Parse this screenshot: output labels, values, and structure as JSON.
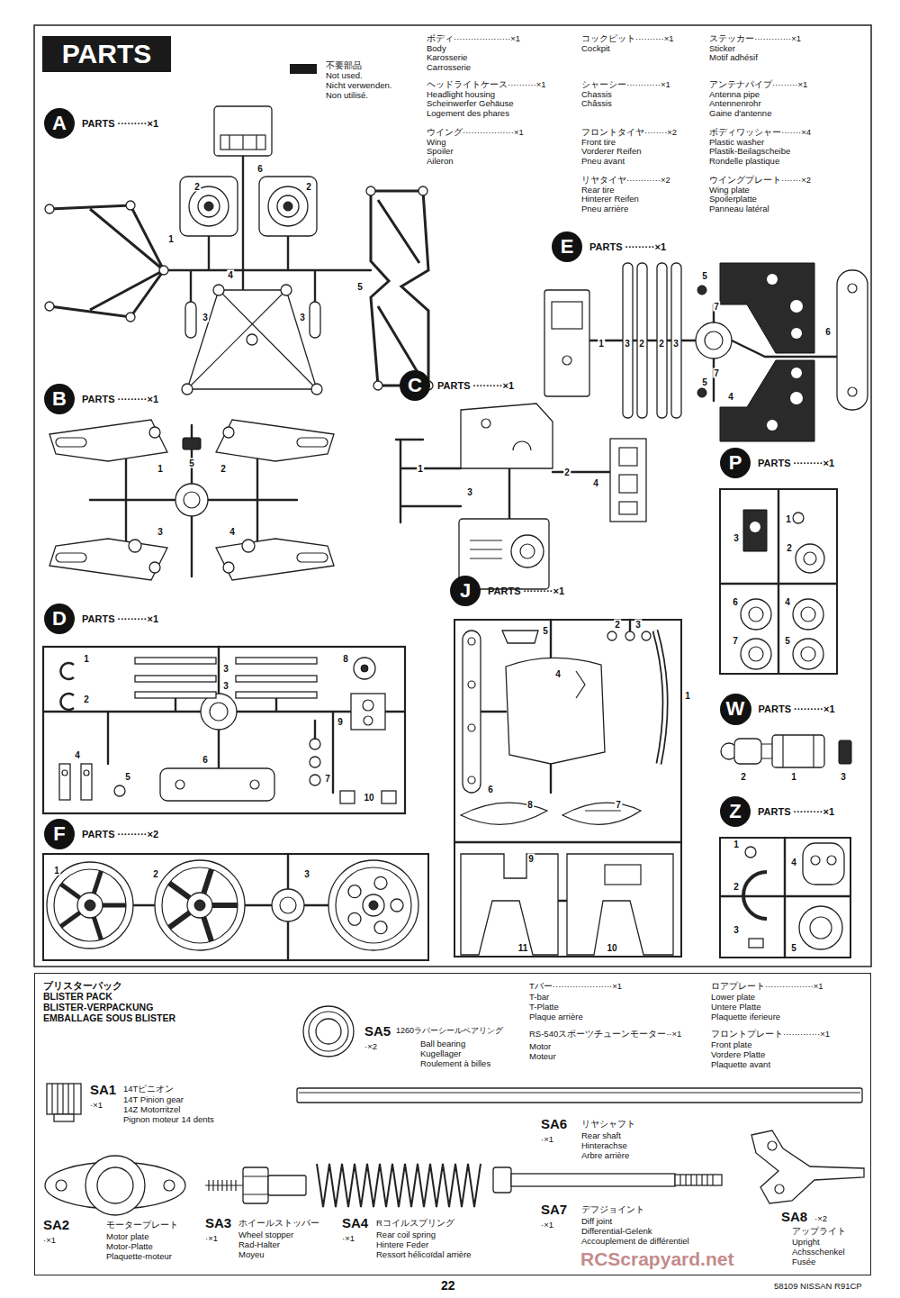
{
  "diagram": {
    "title": "PARTS",
    "nodes": [
      {
        "text": [
          "PARTS"
        ]
      },
      {
        "text": [
          "A",
          "PARTS ·········×1"
        ]
      },
      {
        "text": [
          "E",
          "PARTS ·········×1"
        ]
      },
      {
        "text": [
          "C",
          "PARTS ·········×1"
        ]
      },
      {
        "text": [
          "B",
          "PARTS ·········×1"
        ]
      },
      {
        "text": [
          "P",
          "PARTS ·········×1"
        ]
      },
      {
        "text": [
          "J",
          "PARTS ·········×1"
        ]
      },
      {
        "text": [
          "D",
          "PARTS ·········×1"
        ]
      },
      {
        "text": [
          "W",
          "PARTS ·········×1"
        ]
      },
      {
        "text": [
          "Z",
          "PARTS ·········×1"
        ]
      },
      {
        "text": [
          "F",
          "PARTS ·········×2"
        ]
      },
      {
        "text": [
          "ブリスターパック",
          "BLISTER PACK",
          "BLISTER-VERPACKUNG",
          "EMBALLAGE SOUS BLISTER"
        ]
      }
    ],
    "labels": [
      "ボディ····················×1",
      "Body",
      "Karosserie",
      "Carrosserie",
      "ヘッドライトケース··········×1",
      "Headlight housing",
      "Scheinwerfer Gehäuse",
      "Logement des phares",
      "ウイング··················×1",
      "Wing",
      "Spoiler",
      "Aileron",
      "コックピット··········×1",
      "Cockpit",
      "シャーシー············×1",
      "Chassis",
      "Châssis",
      "フロントタイヤ········×2",
      "Front tire",
      "Vorderer Reifen",
      "Pneu avant",
      "リヤタイヤ············×2",
      "Rear tire",
      "Hinterer Reifen",
      "Pneu arrière",
      "ステッカー·············×1",
      "Sticker",
      "Motif adhésif",
      "アンテナパイプ·········×1",
      "Antenna pipe",
      "Antennenrohr",
      "Gaine d'antenne",
      "ボディワッシャー·······×4",
      "Plastic washer",
      "Plastik-Beilagscheibe",
      "Rondelle plastique",
      "ウイングプレート·······×2",
      "Wing plate",
      "Spoilerplatte",
      "Panneau latéral",
      "6",
      "2",
      "2",
      "1",
      "4",
      "3",
      "3",
      "5",
      "1",
      "5",
      "2",
      "3",
      "4",
      "1",
      "2",
      "4",
      "3",
      "1",
      "3",
      "3",
      "2",
      "8",
      "9",
      "4",
      "5",
      "6",
      "7",
      "10",
      "1",
      "3",
      "2",
      "2",
      "3",
      "5",
      "7",
      "6",
      "5",
      "7",
      "4",
      "1",
      "2",
      "3",
      "5",
      "2",
      "3",
      "4",
      "1",
      "6",
      "8",
      "7",
      "9",
      "11",
      "10",
      "3",
      "1",
      "2",
      "6",
      "4",
      "7",
      "5",
      "2",
      "1",
      "3",
      "1",
      "4",
      "2",
      "3",
      "5",
      "Not used.",
      "Nicht verwenden.",
      "Non utilisé.",
      "SA5",
      "·×2",
      "1260ラバーシールベアリング",
      "Ball bearing",
      "Kugellager",
      "Roulement à billes",
      "Tバー·····················×1",
      "T-bar",
      "T-Platte",
      "Plaque arrière",
      "RS-540スポーツチューンモーター··×1",
      "Motor",
      "Moteur",
      "ロアプレート·················×1",
      "Lower plate",
      "Untere Platte",
      "Plaquette iferieure",
      "フロントプレート·············×1",
      "Front plate",
      "Vordere Platte",
      "Plaquette avant",
      "SA1",
      "·×1",
      "14Tピニオン",
      "14T Pinion gear",
      "14Z Motorritzel",
      "Pignon moteur 14 dents",
      "SA2",
      "·×1",
      "モータープレート",
      "Motor plate",
      "Motor-Platte",
      "Plaquette-moteur",
      "SA3",
      "·×1",
      "ホイールストッパー",
      "Wheel stopper",
      "Rad-Halter",
      "Moyeu",
      "SA4",
      "·×1",
      "Rコイルスプリング",
      "Rear coil spring",
      "Hintere Feder",
      "Ressort hélicoïdal arrière",
      "SA6",
      "·×1",
      "リヤシャフト",
      "Rear shaft",
      "Hinterachse",
      "Arbre arrière",
      "SA7",
      "·×1",
      "デフジョイント",
      "Diff joint",
      "Differential-Gelenk",
      "Accouplement de différentiel",
      "SA8",
      "·×2",
      "アップライト",
      "Upright",
      "Achsschenkel",
      "Fusée",
      "22",
      "58109 NISSAN R91CP",
      "RCScrapyard.net"
    ],
    "legend": [
      {
        "text": "不要部品",
        "color": "#1a1a1a"
      }
    ]
  }
}
